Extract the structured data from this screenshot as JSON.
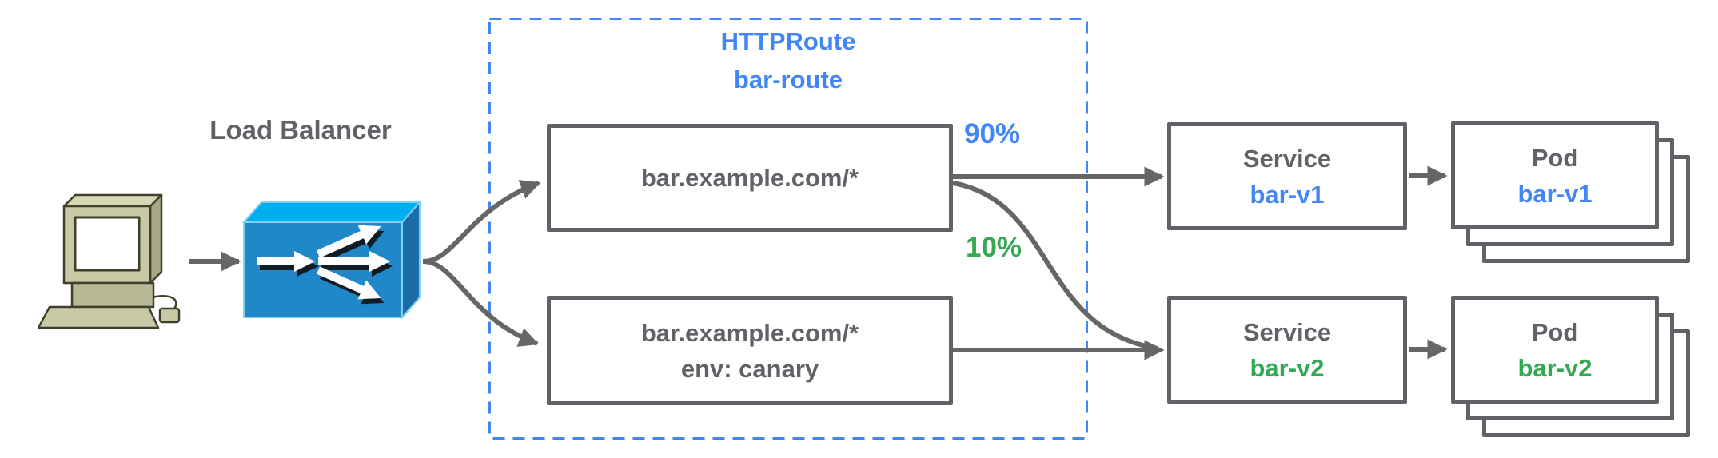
{
  "diagram": {
    "client": {
      "icon": "desktop-computer"
    },
    "load_balancer": {
      "label": "Load Balancer",
      "icon": "load-balancer-fanout"
    },
    "httproute": {
      "kind": "HTTPRoute",
      "name": "bar-route",
      "rules": [
        {
          "lines": [
            "bar.example.com/*",
            ""
          ]
        },
        {
          "lines": [
            "bar.example.com/*",
            "env: canary"
          ]
        }
      ]
    },
    "traffic_split": {
      "v1_weight": "90%",
      "v2_weight": "10%"
    },
    "services": [
      {
        "kind": "Service",
        "name": "bar-v1",
        "accent": "blue"
      },
      {
        "kind": "Service",
        "name": "bar-v2",
        "accent": "green"
      }
    ],
    "pods": [
      {
        "kind": "Pod",
        "name": "bar-v1",
        "accent": "blue"
      },
      {
        "kind": "Pod",
        "name": "bar-v2",
        "accent": "green"
      }
    ],
    "colors": {
      "accent_blue": "#4285f4",
      "accent_green": "#34a853",
      "gray_text": "#5f6368",
      "arrow_gray": "#666666",
      "lb_front": "#2088c9",
      "lb_top": "#00aeef",
      "lb_side": "#1a6da6"
    }
  }
}
